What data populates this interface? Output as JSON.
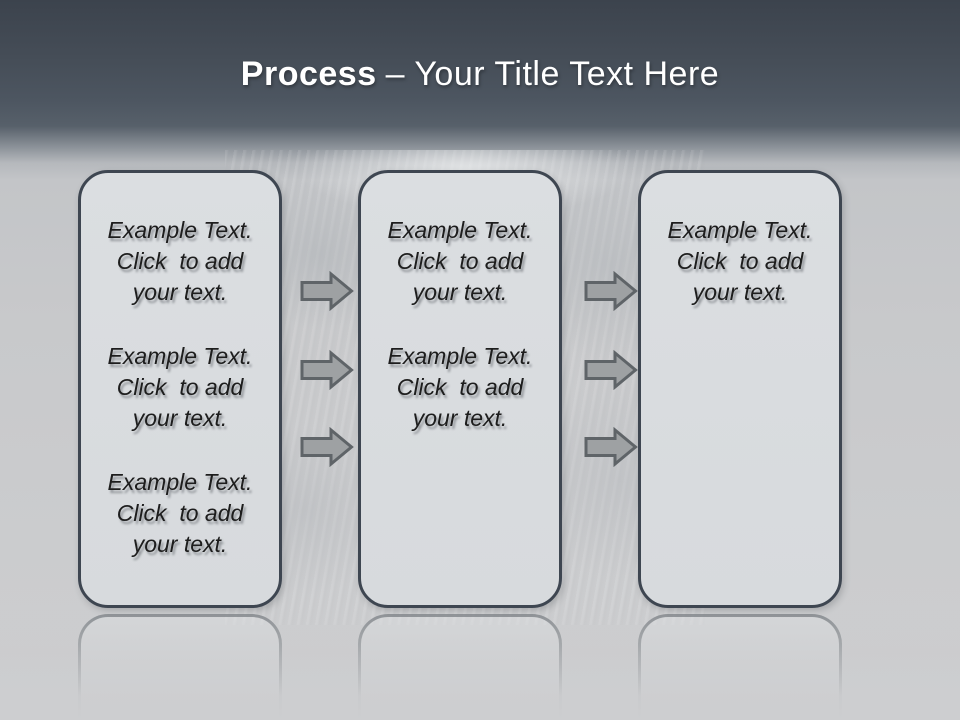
{
  "slide": {
    "title": {
      "keyword": "Process",
      "rest": "– Your Title Text Here"
    }
  },
  "boxes": [
    {
      "name": "process-step-1",
      "paragraphs": [
        [
          "Example Text.",
          "Click  to add",
          "your text."
        ],
        [
          "Example Text.",
          "Click  to add",
          "your text."
        ],
        [
          "Example Text.",
          "Click  to add",
          "your text."
        ]
      ]
    },
    {
      "name": "process-step-2",
      "paragraphs": [
        [
          "Example Text.",
          "Click  to add",
          "your text."
        ],
        [
          "Example Text.",
          "Click  to add",
          "your text."
        ]
      ]
    },
    {
      "name": "process-step-3",
      "paragraphs": [
        [
          "Example Text.",
          "Click  to add",
          "your text."
        ]
      ]
    }
  ],
  "arrows": {
    "icon": "right-arrow",
    "columns": 2,
    "per_column": 3
  },
  "colors": {
    "header_top": "#3c434d",
    "header_bottom": "#57606a",
    "background": "#c8c9cb",
    "box_fill": "#d9dcdf",
    "box_border": "#3e4651",
    "arrow_fill": "#9ea1a3",
    "arrow_border": "#5f6468",
    "title_text": "#ffffff",
    "body_text": "#1d1d1d"
  }
}
